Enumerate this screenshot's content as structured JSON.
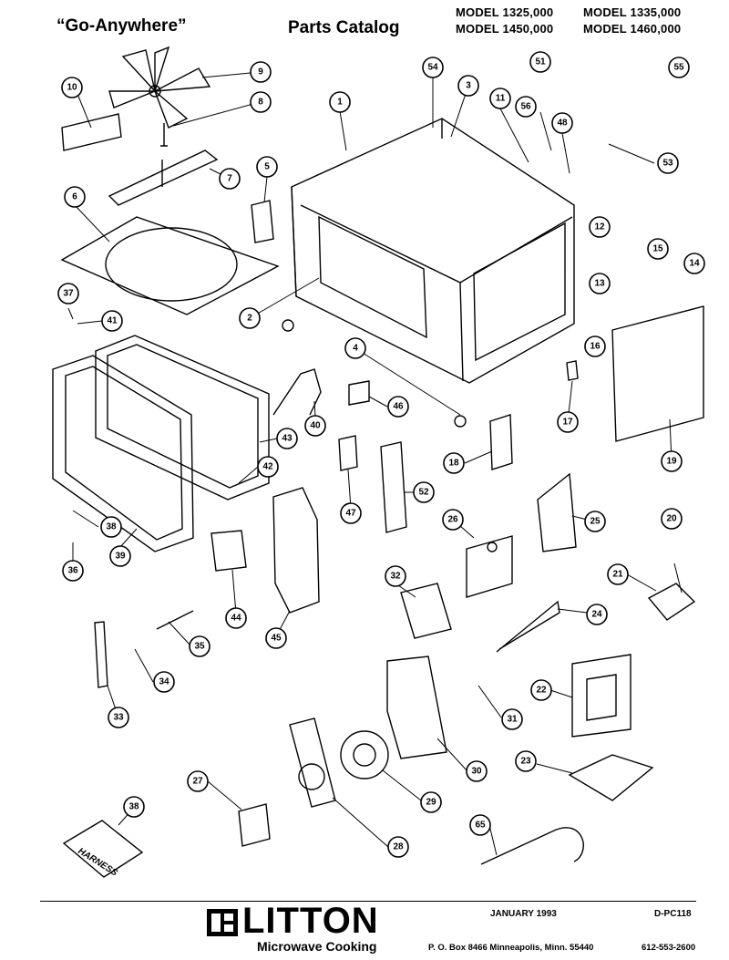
{
  "header": {
    "title": "“Go-Anywhere”",
    "catalog": "Parts Catalog",
    "models": [
      "MODEL 1325,000",
      "MODEL 1335,000",
      "MODEL 1450,000",
      "MODEL 1460,000"
    ]
  },
  "diagram": {
    "harness_label": "HARNESS",
    "callouts": [
      "10",
      "9",
      "8",
      "7",
      "5",
      "6",
      "37",
      "41",
      "2",
      "1",
      "54",
      "3",
      "11",
      "56",
      "51",
      "55",
      "48",
      "53",
      "12",
      "13",
      "15",
      "14",
      "16",
      "4",
      "40",
      "46",
      "43",
      "42",
      "39",
      "47",
      "52",
      "18",
      "17",
      "19",
      "38",
      "36",
      "44",
      "45",
      "26",
      "25",
      "20",
      "32",
      "21",
      "24",
      "35",
      "34",
      "33",
      "22",
      "31",
      "30",
      "23",
      "27",
      "29",
      "28",
      "65",
      "38"
    ]
  },
  "footer": {
    "date": "JANUARY 1993",
    "doc_code": "D-PC118",
    "brand": "LITTON",
    "brand_sub": "Microwave Cooking",
    "address": "P. O. Box 8466  Minneapolis, Minn. 55440",
    "phone": "612-553-2600"
  }
}
